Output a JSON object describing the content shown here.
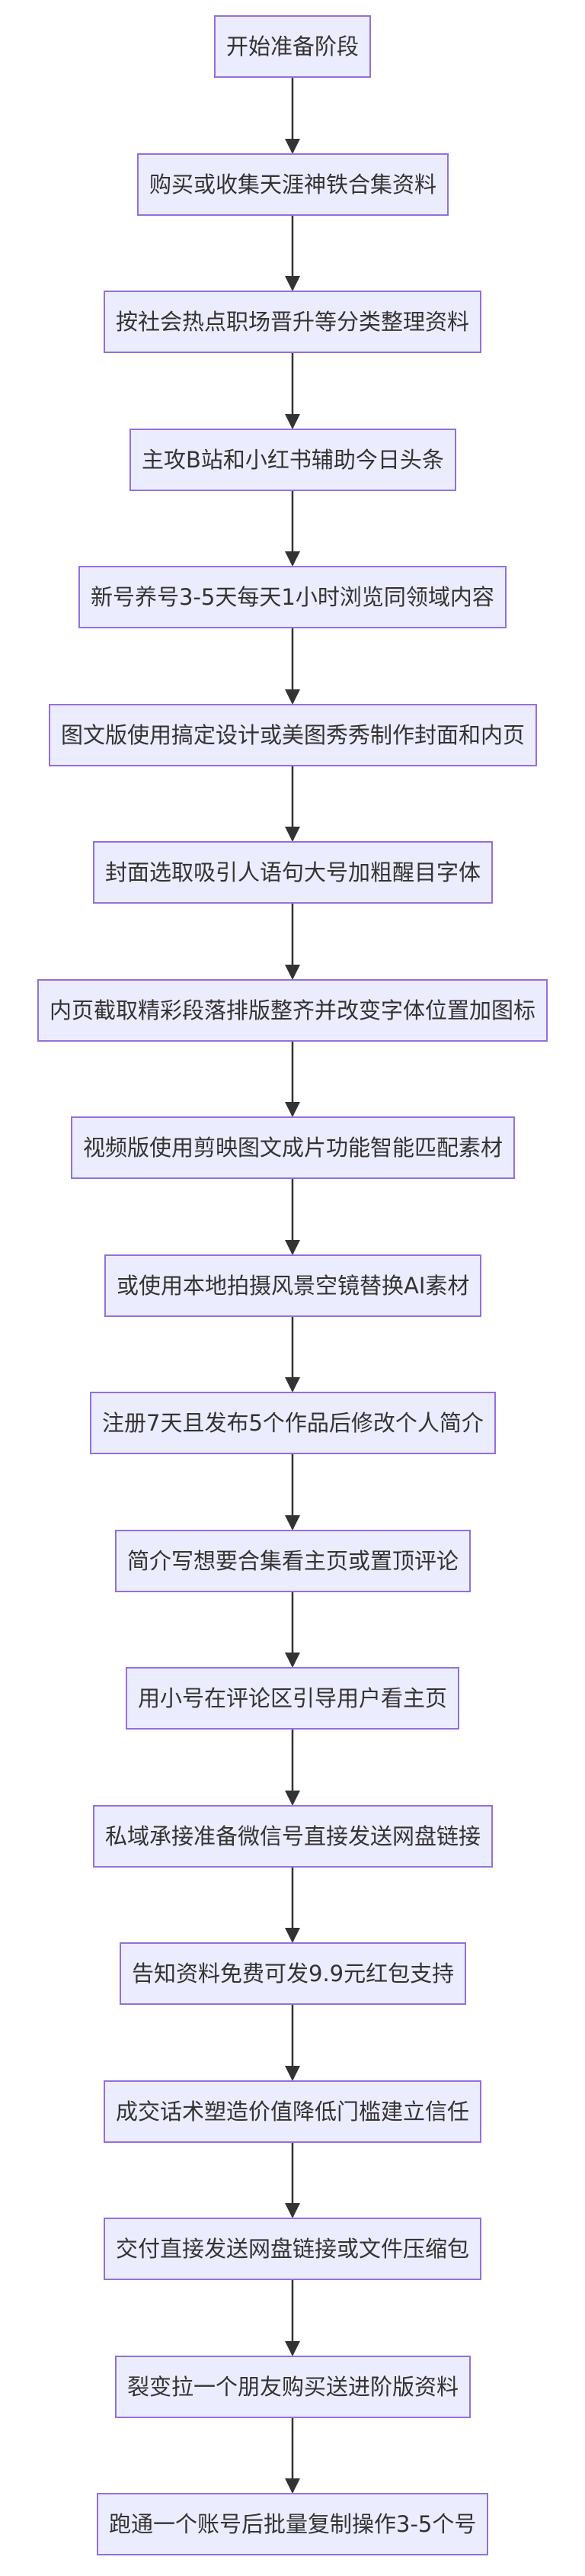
{
  "flowchart": {
    "colors": {
      "node_fill": "#ECECFF",
      "node_border": "#9370DB",
      "text": "#333333",
      "edge": "#333333"
    },
    "nodes": [
      {
        "id": "n1",
        "label": "开始准备阶段"
      },
      {
        "id": "n2",
        "label": "购买或收集天涯神铁合集资料"
      },
      {
        "id": "n3",
        "label": "按社会热点职场晋升等分类整理资料"
      },
      {
        "id": "n4",
        "label": "主攻B站和小红书辅助今日头条"
      },
      {
        "id": "n5",
        "label": "新号养号3-5天每天1小时浏览同领域内容"
      },
      {
        "id": "n6",
        "label": "图文版使用搞定设计或美图秀秀制作封面和内页"
      },
      {
        "id": "n7",
        "label": "封面选取吸引人语句大号加粗醒目字体"
      },
      {
        "id": "n8",
        "label": "内页截取精彩段落排版整齐并改变字体位置加图标"
      },
      {
        "id": "n9",
        "label": "视频版使用剪映图文成片功能智能匹配素材"
      },
      {
        "id": "n10",
        "label": "或使用本地拍摄风景空镜替换AI素材"
      },
      {
        "id": "n11",
        "label": "注册7天且发布5个作品后修改个人简介"
      },
      {
        "id": "n12",
        "label": "简介写想要合集看主页或置顶评论"
      },
      {
        "id": "n13",
        "label": "用小号在评论区引导用户看主页"
      },
      {
        "id": "n14",
        "label": "私域承接准备微信号直接发送网盘链接"
      },
      {
        "id": "n15",
        "label": "告知资料免费可发9.9元红包支持"
      },
      {
        "id": "n16",
        "label": "成交话术塑造价值降低门槛建立信任"
      },
      {
        "id": "n17",
        "label": "交付直接发送网盘链接或文件压缩包"
      },
      {
        "id": "n18",
        "label": "裂变拉一个朋友购买送进阶版资料"
      },
      {
        "id": "n19",
        "label": "跑通一个账号后批量复制操作3-5个号"
      }
    ]
  }
}
